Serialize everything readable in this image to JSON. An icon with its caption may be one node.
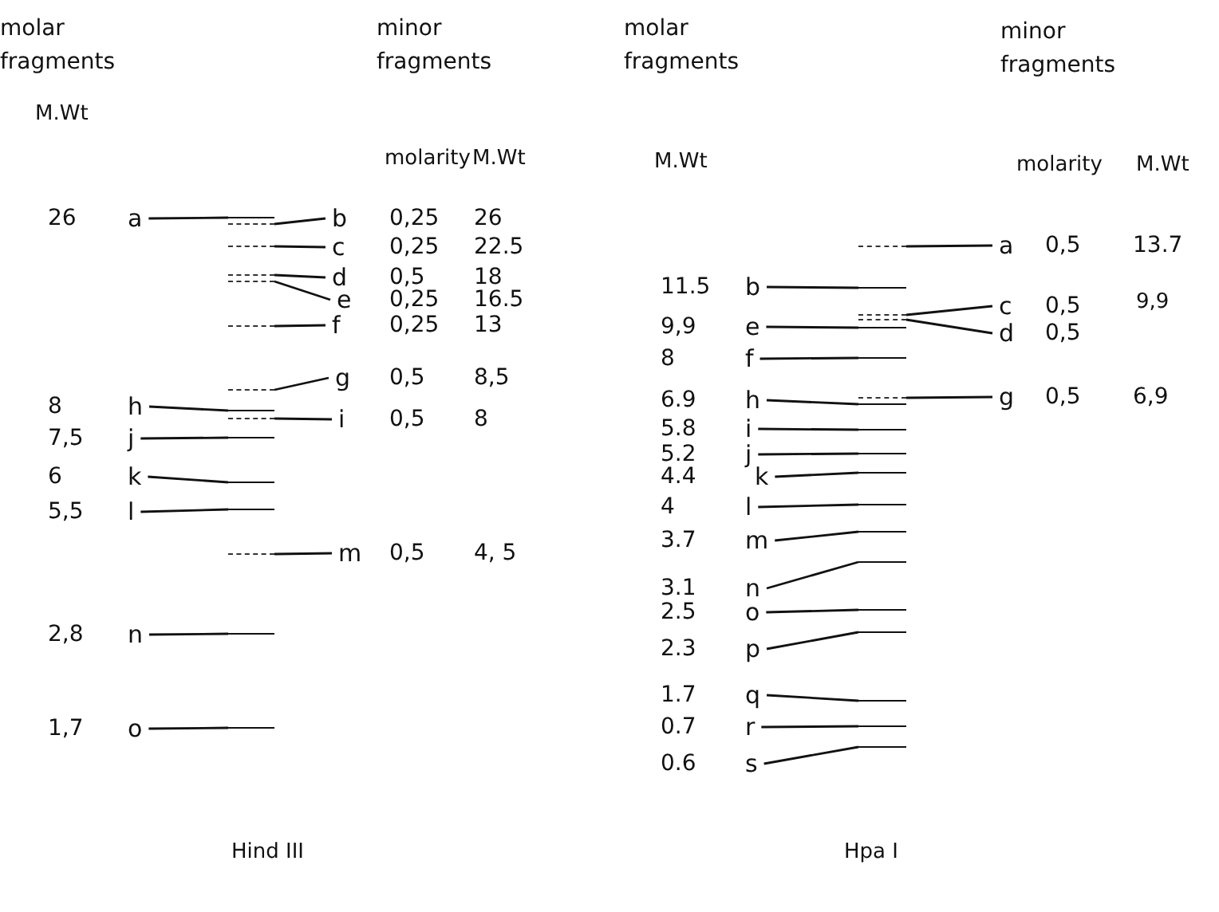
{
  "diagram": {
    "nodes": [
      {
        "text": [
          "a"
        ],
        "beside": [
          "26"
        ]
      },
      {
        "text": [],
        "shape": "bar"
      },
      {
        "text": [],
        "shape": "dashes"
      },
      {
        "text": [
          "b"
        ],
        "beside": [
          "0,25",
          "26"
        ]
      },
      {
        "text": [],
        "shape": "dashes"
      },
      {
        "text": [
          "c"
        ],
        "beside": [
          "0,25",
          "22.5"
        ]
      },
      {
        "text": [],
        "shape": "dashes"
      },
      {
        "text": [],
        "shape": "dashes"
      },
      {
        "text": [
          "d"
        ],
        "beside": [
          "0,5",
          "18"
        ]
      },
      {
        "text": [
          "e"
        ],
        "beside": [
          "0,25",
          "16.5"
        ]
      },
      {
        "text": [],
        "shape": "dashes"
      },
      {
        "text": [
          "f"
        ],
        "beside": [
          "0,25",
          "13"
        ]
      },
      {
        "text": [],
        "shape": "dashes"
      },
      {
        "text": [
          "g"
        ],
        "beside": [
          "0,5",
          "8,5"
        ]
      },
      {
        "text": [
          "h"
        ],
        "beside": [
          "8"
        ]
      },
      {
        "text": [],
        "shape": "bar"
      },
      {
        "text": [],
        "shape": "dashes"
      },
      {
        "text": [
          "i"
        ],
        "beside": [
          "0,5",
          "8"
        ]
      },
      {
        "text": [
          "j"
        ],
        "beside": [
          "7,5"
        ]
      },
      {
        "text": [],
        "shape": "bar"
      },
      {
        "text": [
          "k"
        ],
        "beside": [
          "6"
        ]
      },
      {
        "text": [],
        "shape": "bar"
      },
      {
        "text": [
          "l"
        ],
        "beside": [
          "5,5"
        ]
      },
      {
        "text": [],
        "shape": "bar"
      },
      {
        "text": [],
        "shape": "dashes"
      },
      {
        "text": [
          "m"
        ],
        "beside": [
          "0,5",
          "4, 5"
        ]
      },
      {
        "text": [
          "n"
        ],
        "beside": [
          "2,8"
        ]
      },
      {
        "text": [],
        "shape": "bar"
      },
      {
        "text": [
          "o"
        ],
        "beside": [
          "1,7"
        ]
      },
      {
        "text": [],
        "shape": "bar"
      },
      {
        "text": [],
        "shape": "dashes"
      },
      {
        "text": [
          "a"
        ],
        "beside": [
          "0,5",
          "13.7"
        ]
      },
      {
        "text": [
          "b"
        ],
        "beside": [
          "11.5"
        ]
      },
      {
        "text": [],
        "shape": "bar"
      },
      {
        "text": [],
        "shape": "dashes"
      },
      {
        "text": [],
        "shape": "dashes"
      },
      {
        "text": [
          "c"
        ],
        "beside": [
          "0,5"
        ]
      },
      {
        "text": [
          "d"
        ],
        "beside": [
          "0,5"
        ]
      },
      {
        "text": [
          "e"
        ],
        "beside": [
          "9,9"
        ]
      },
      {
        "text": [],
        "shape": "bar"
      },
      {
        "text": [
          "f"
        ],
        "beside": [
          "8"
        ]
      },
      {
        "text": [],
        "shape": "bar"
      },
      {
        "text": [],
        "shape": "dashes"
      },
      {
        "text": [
          "g"
        ],
        "beside": [
          "0,5",
          "6,9"
        ]
      },
      {
        "text": [
          "h"
        ],
        "beside": [
          "6.9"
        ]
      },
      {
        "text": [],
        "shape": "bar"
      },
      {
        "text": [
          "i"
        ],
        "beside": [
          "5.8"
        ]
      },
      {
        "text": [],
        "shape": "bar"
      },
      {
        "text": [
          "j"
        ],
        "beside": [
          "5.2"
        ]
      },
      {
        "text": [],
        "shape": "bar"
      },
      {
        "text": [
          "k"
        ],
        "beside": [
          "4.4"
        ]
      },
      {
        "text": [],
        "shape": "bar"
      },
      {
        "text": [
          "l"
        ],
        "beside": [
          "4"
        ]
      },
      {
        "text": [],
        "shape": "bar"
      },
      {
        "text": [
          "m"
        ],
        "beside": [
          "3.7"
        ]
      },
      {
        "text": [],
        "shape": "bar"
      },
      {
        "text": [
          "n"
        ],
        "beside": [
          "3.1"
        ]
      },
      {
        "text": [],
        "shape": "bar"
      },
      {
        "text": [
          "o"
        ],
        "beside": [
          "2.5"
        ]
      },
      {
        "text": [],
        "shape": "bar"
      },
      {
        "text": [
          "p"
        ],
        "beside": [
          "2.3"
        ]
      },
      {
        "text": [],
        "shape": "bar"
      },
      {
        "text": [
          "q"
        ],
        "beside": [
          "1.7"
        ]
      },
      {
        "text": [],
        "shape": "bar"
      },
      {
        "text": [
          "r"
        ],
        "beside": [
          "0.7"
        ]
      },
      {
        "text": [],
        "shape": "bar"
      },
      {
        "text": [
          "s"
        ],
        "beside": [
          "0.6"
        ]
      },
      {
        "text": [],
        "shape": "bar"
      }
    ],
    "edges": [
      {
        "from": 0,
        "to": 1,
        "arrow": "none"
      },
      {
        "from": 2,
        "to": 3,
        "arrow": "none"
      },
      {
        "from": 4,
        "to": 5,
        "arrow": "none"
      },
      {
        "from": 6,
        "to": 8,
        "arrow": "none"
      },
      {
        "from": 7,
        "to": 9,
        "arrow": "none"
      },
      {
        "from": 10,
        "to": 11,
        "arrow": "none"
      },
      {
        "from": 12,
        "to": 13,
        "arrow": "none"
      },
      {
        "from": 14,
        "to": 15,
        "arrow": "none"
      },
      {
        "from": 16,
        "to": 17,
        "arrow": "none"
      },
      {
        "from": 18,
        "to": 19,
        "arrow": "none"
      },
      {
        "from": 20,
        "to": 21,
        "arrow": "none"
      },
      {
        "from": 22,
        "to": 23,
        "arrow": "none"
      },
      {
        "from": 24,
        "to": 25,
        "arrow": "none"
      },
      {
        "from": 26,
        "to": 27,
        "arrow": "none"
      },
      {
        "from": 28,
        "to": 29,
        "arrow": "none"
      },
      {
        "from": 30,
        "to": 31,
        "arrow": "none"
      },
      {
        "from": 32,
        "to": 33,
        "arrow": "none"
      },
      {
        "from": 34,
        "to": 36,
        "arrow": "none"
      },
      {
        "from": 35,
        "to": 37,
        "arrow": "none"
      },
      {
        "from": 38,
        "to": 39,
        "arrow": "none"
      },
      {
        "from": 40,
        "to": 41,
        "arrow": "none"
      },
      {
        "from": 42,
        "to": 43,
        "arrow": "none"
      },
      {
        "from": 44,
        "to": 45,
        "arrow": "none"
      },
      {
        "from": 46,
        "to": 47,
        "arrow": "none"
      },
      {
        "from": 48,
        "to": 49,
        "arrow": "none"
      },
      {
        "from": 50,
        "to": 51,
        "arrow": "none"
      },
      {
        "from": 52,
        "to": 53,
        "arrow": "none"
      },
      {
        "from": 54,
        "to": 55,
        "arrow": "none"
      },
      {
        "from": 56,
        "to": 57,
        "arrow": "none"
      },
      {
        "from": 58,
        "to": 59,
        "arrow": "none"
      },
      {
        "from": 60,
        "to": 61,
        "arrow": "none"
      },
      {
        "from": 62,
        "to": 63,
        "arrow": "none"
      },
      {
        "from": 64,
        "to": 65,
        "arrow": "none"
      },
      {
        "from": 66,
        "to": 67,
        "arrow": "none"
      }
    ],
    "labels": [
      "molar fragments",
      "minor fragments",
      "molar fragments",
      "minor fragments",
      "M.Wt",
      "molarity",
      "M.Wt",
      "M.Wt",
      "molarity",
      "M.Wt",
      "9,9",
      "Hind III",
      "Hpa I"
    ]
  }
}
